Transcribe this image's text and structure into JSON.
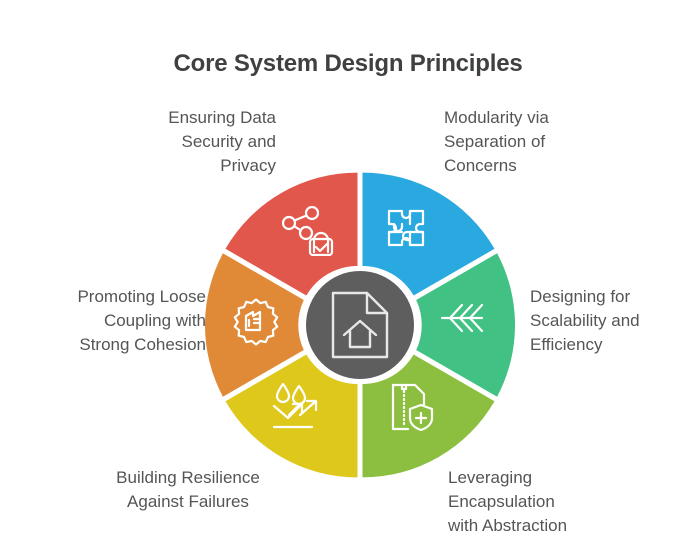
{
  "header": {
    "title": "Core System Design Principles"
  },
  "wheel": {
    "center_icon": "document-home-icon",
    "hub_color": "#5e5e5e",
    "segments": [
      {
        "id": "modularity",
        "label": "Modularity via\nSeparation of\nConcerns",
        "color": "#29A9E0",
        "icon": "puzzle-pieces-icon",
        "position": "top-right"
      },
      {
        "id": "scalability",
        "label": "Designing for\nScalability and\nEfficiency",
        "color": "#41C183",
        "icon": "triple-chevron-arrow-icon",
        "position": "right"
      },
      {
        "id": "encapsulation",
        "label": "Leveraging\nEncapsulation\nwith Abstraction",
        "color": "#8CBF3F",
        "icon": "zipped-document-shield-icon",
        "position": "bottom-right"
      },
      {
        "id": "resilience",
        "label": "Building Resilience\nAgainst Failures",
        "color": "#DFC81C",
        "icon": "water-droplets-deflect-icon",
        "position": "bottom-left"
      },
      {
        "id": "coupling",
        "label": "Promoting Loose\nCoupling with\nStrong Cohesion",
        "color": "#E08A38",
        "icon": "gear-factory-icon",
        "position": "left"
      },
      {
        "id": "security",
        "label": "Ensuring Data\nSecurity and\nPrivacy",
        "color": "#E2574C",
        "icon": "share-nodes-lock-icon",
        "position": "top-left"
      }
    ]
  },
  "colors": {
    "title": "#3f4040",
    "label": "#545557",
    "background": "#ffffff"
  }
}
